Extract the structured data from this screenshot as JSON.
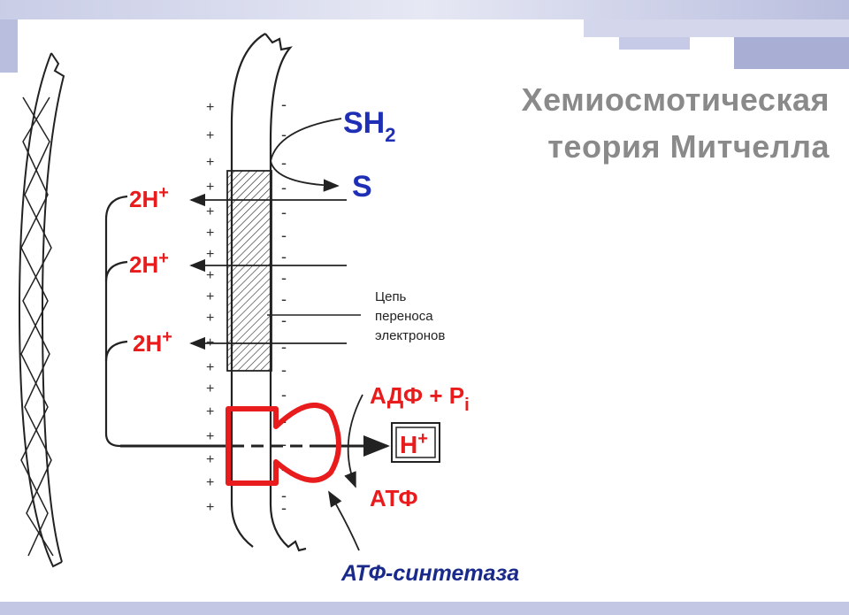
{
  "title": {
    "line1": "Хемиосмотическая",
    "line2": "теория Митчелла"
  },
  "substrates": {
    "reduced": {
      "base": "SH",
      "subscript": "2"
    },
    "oxidized": "S"
  },
  "protons": [
    {
      "base": "2H",
      "sup": "+"
    },
    {
      "base": "2H",
      "sup": "+"
    },
    {
      "base": "2H",
      "sup": "+"
    }
  ],
  "chain_label": [
    "Цепь",
    "переноса",
    "электронов"
  ],
  "adp": {
    "text": "АДФ + P",
    "subscript": "i"
  },
  "atp": "АТФ",
  "boxed_proton": {
    "base": "H",
    "sup": "+"
  },
  "enzyme_label": "АТФ-синтетаза",
  "charges": {
    "positive": "+",
    "negative": "-"
  },
  "colors": {
    "title": "#8a8a8a",
    "blue": "#1f2fb5",
    "red": "#e81c1c",
    "navy": "#1a2a8a",
    "line": "#222222"
  }
}
